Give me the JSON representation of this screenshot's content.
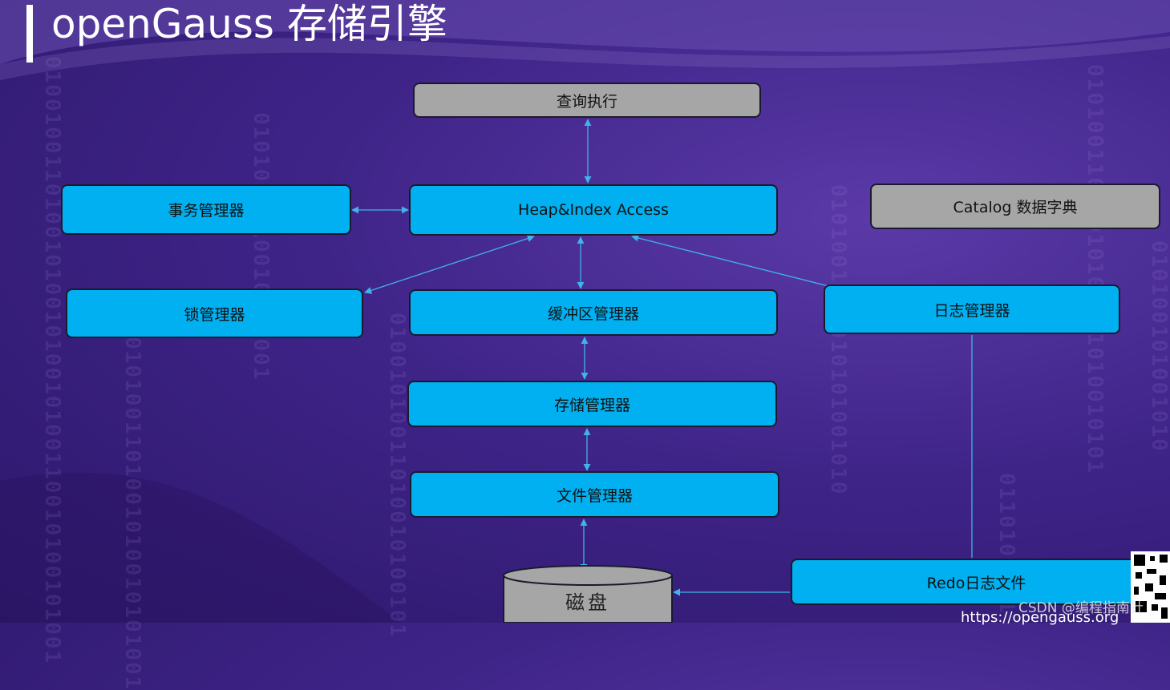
{
  "header": {
    "title": "openGauss 存储引擎"
  },
  "boxes": {
    "query_exec": "查询执行",
    "heap_index": "Heap&Index Access",
    "txn_mgr": "事务管理器",
    "catalog": "Catalog 数据字典",
    "lock_mgr": "锁管理器",
    "buffer_mgr": "缓冲区管理器",
    "log_mgr": "日志管理器",
    "storage_mgr": "存储管理器",
    "file_mgr": "文件管理器",
    "redo_file": "Redo日志文件",
    "disk": "磁盘"
  },
  "footer": {
    "watermark": "CSDN @编程指南针",
    "url": "https://opengauss.org"
  },
  "colors": {
    "box_blue": "#00b0f0",
    "box_gray": "#a6a6a6",
    "arrow": "#3fb4e8",
    "background": "#3f2488"
  }
}
